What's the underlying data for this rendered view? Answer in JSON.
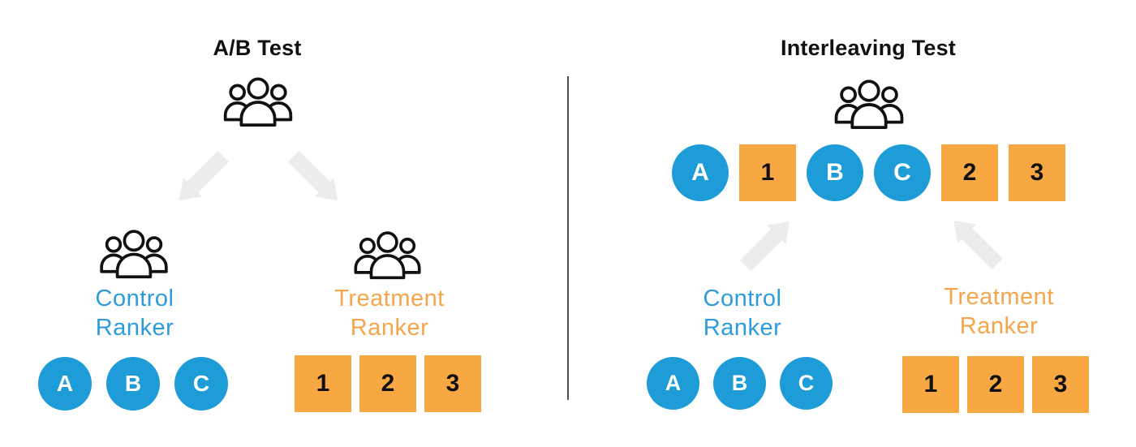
{
  "colors": {
    "circle_blue": "#1E9CD7",
    "blue_label_text": "#2D9CDB",
    "square_orange": "#F7A843",
    "orange_label_text": "#F5A54B",
    "arrow_gray": "#ECECEC",
    "divider_gray": "#4D4D4D",
    "title_ink": "#111111"
  },
  "left_panel": {
    "title": "A/B Test",
    "control": {
      "label_lines": [
        "Control",
        "Ranker"
      ],
      "items": [
        "A",
        "B",
        "C"
      ]
    },
    "treatment": {
      "label_lines": [
        "Treatment",
        "Ranker"
      ],
      "items": [
        "1",
        "2",
        "3"
      ]
    }
  },
  "right_panel": {
    "title": "Interleaving Test",
    "interleaved_items": [
      {
        "shape": "circle",
        "label": "A"
      },
      {
        "shape": "square",
        "label": "1"
      },
      {
        "shape": "circle",
        "label": "B"
      },
      {
        "shape": "circle",
        "label": "C"
      },
      {
        "shape": "square",
        "label": "2"
      },
      {
        "shape": "square",
        "label": "3"
      }
    ],
    "control": {
      "label_lines": [
        "Control",
        "Ranker"
      ],
      "items": [
        "A",
        "B",
        "C"
      ]
    },
    "treatment": {
      "label_lines": [
        "Treatment",
        "Ranker"
      ],
      "items": [
        "1",
        "2",
        "3"
      ]
    }
  }
}
